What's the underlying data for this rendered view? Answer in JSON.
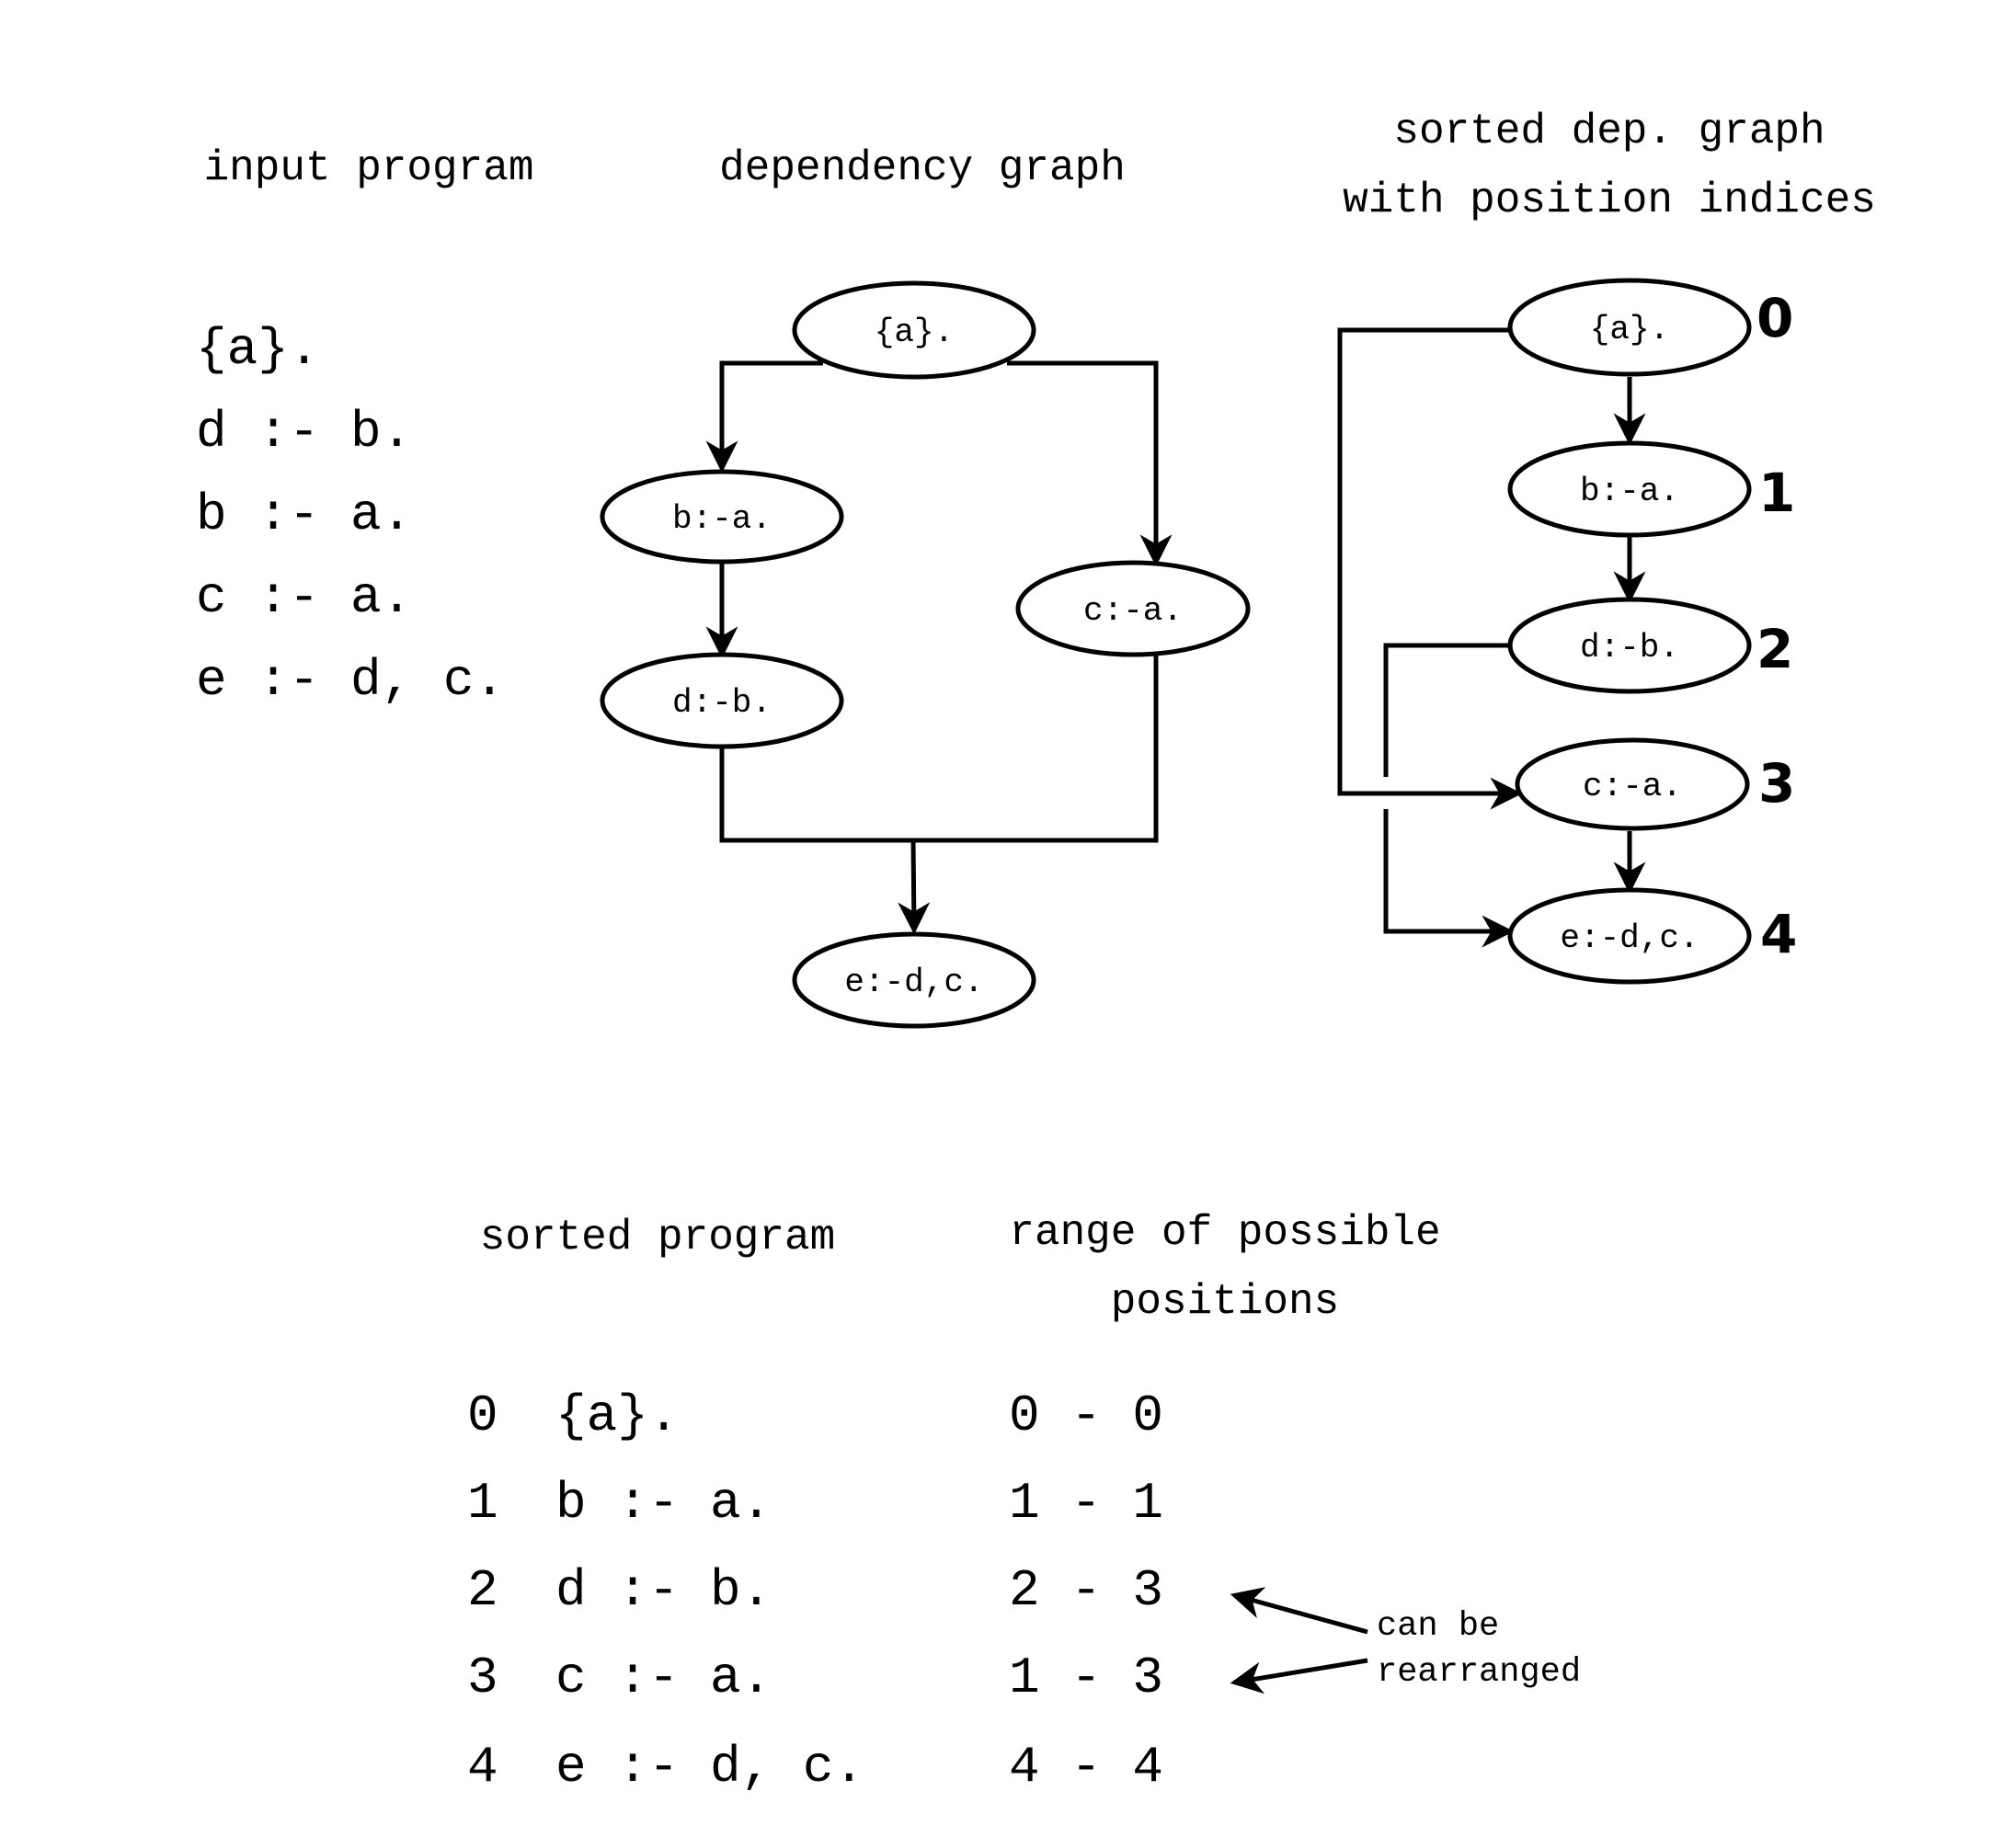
{
  "headings": {
    "input_program": "input program",
    "dependency_graph": "dependency graph",
    "sorted_graph_line1": "sorted dep. graph",
    "sorted_graph_line2": "with position indices",
    "sorted_program": "sorted program",
    "range_line1": "range of possible",
    "range_line2": "positions"
  },
  "input_program": [
    "{a}.",
    "d :- b.",
    "b :- a.",
    "c :- a.",
    "e :- d, c."
  ],
  "dependency_graph": {
    "nodes": [
      "{a}.",
      "b:-a.",
      "c:-a.",
      "d:-b.",
      "e:-d,c."
    ],
    "edges": [
      [
        "{a}.",
        "b:-a."
      ],
      [
        "{a}.",
        "c:-a."
      ],
      [
        "b:-a.",
        "d:-b."
      ],
      [
        "d:-b.",
        "e:-d,c."
      ],
      [
        "c:-a.",
        "e:-d,c."
      ]
    ]
  },
  "sorted_graph": {
    "nodes": [
      {
        "label": "{a}.",
        "index": "0"
      },
      {
        "label": "b:-a.",
        "index": "1"
      },
      {
        "label": "d:-b.",
        "index": "2"
      },
      {
        "label": "c:-a.",
        "index": "3"
      },
      {
        "label": "e:-d,c.",
        "index": "4"
      }
    ]
  },
  "sorted_program": [
    {
      "index": "0",
      "rule": "{a}.",
      "range": "0 - 0"
    },
    {
      "index": "1",
      "rule": "b :- a.",
      "range": "1 - 1"
    },
    {
      "index": "2",
      "rule": "d :- b.",
      "range": "2 - 3"
    },
    {
      "index": "3",
      "rule": "c :- a.",
      "range": "1 - 3"
    },
    {
      "index": "4",
      "rule": "e :- d, c.",
      "range": "4 - 4"
    }
  ],
  "annotation": {
    "line1": "can be",
    "line2": "rearranged"
  }
}
